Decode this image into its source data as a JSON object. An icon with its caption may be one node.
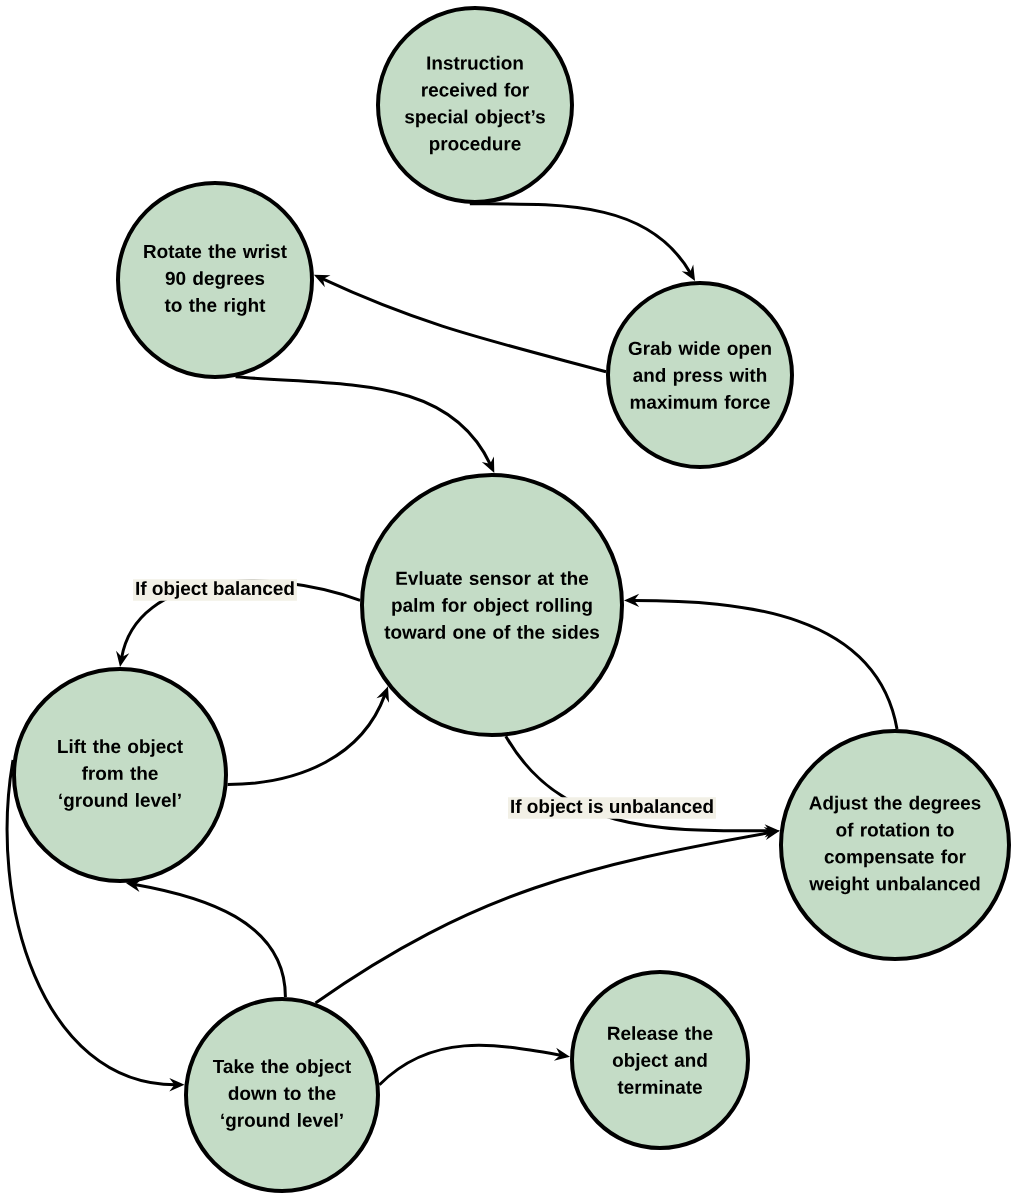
{
  "diagram": {
    "nodes": [
      {
        "text": [
          "Instruction received for special object’s procedure"
        ]
      },
      {
        "text": [
          "Rotate the wrist 90 degrees to the right"
        ]
      },
      {
        "text": [
          "Grab wide open and press with maximum force"
        ]
      },
      {
        "text": [
          "Evluate sensor at the palm for object rolling toward one of the sides"
        ]
      },
      {
        "text": [
          "Lift the object from the ‘ground level’"
        ]
      },
      {
        "text": [
          "Adjust the degrees of rotation to compensate for weight unbalanced"
        ]
      },
      {
        "text": [
          "Take the object down to the ‘ground level’"
        ]
      },
      {
        "text": [
          "Release the object and terminate"
        ]
      }
    ],
    "edges": [
      {
        "from": 0,
        "to": 2,
        "arrow": "to"
      },
      {
        "from": 2,
        "to": 1,
        "arrow": "to"
      },
      {
        "from": 1,
        "to": 3,
        "arrow": "to"
      },
      {
        "from": 3,
        "to": 4,
        "arrow": "to",
        "label": "If object balanced"
      },
      {
        "from": 4,
        "to": 3,
        "arrow": "to"
      },
      {
        "from": 3,
        "to": 5,
        "arrow": "to",
        "label": "If object is unbalanced"
      },
      {
        "from": 5,
        "to": 3,
        "arrow": "to"
      },
      {
        "from": 4,
        "to": 6,
        "arrow": "to"
      },
      {
        "from": 6,
        "to": 4,
        "arrow": "to"
      },
      {
        "from": 6,
        "to": 5,
        "arrow": "to"
      },
      {
        "from": 6,
        "to": 7,
        "arrow": "to"
      }
    ]
  }
}
